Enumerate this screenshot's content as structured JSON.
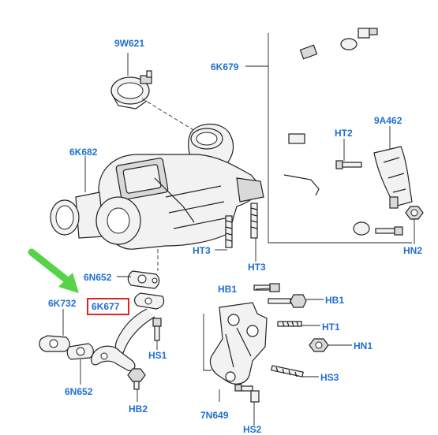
{
  "labels": {
    "9W621": "9W621",
    "6K679": "6K679",
    "HT2": "HT2",
    "9A462": "9A462",
    "6K682": "6K682",
    "HT3a": "HT3",
    "HT3b": "HT3",
    "HN2": "HN2",
    "6N652a": "6N652",
    "6K677": "6K677",
    "6K732": "6K732",
    "HS1": "HS1",
    "HB1a": "HB1",
    "HB1b": "HB1",
    "HT1": "HT1",
    "HN1": "HN1",
    "HS3": "HS3",
    "6N652b": "6N652",
    "HB2": "HB2",
    "7N649": "7N649",
    "HS2": "HS2"
  },
  "colors": {
    "label": "#1f6fd1",
    "highlight_box": "#e02424",
    "pointer_arrow": "#55d447",
    "line_art": "#222222"
  },
  "highlighted_part": "6K677"
}
